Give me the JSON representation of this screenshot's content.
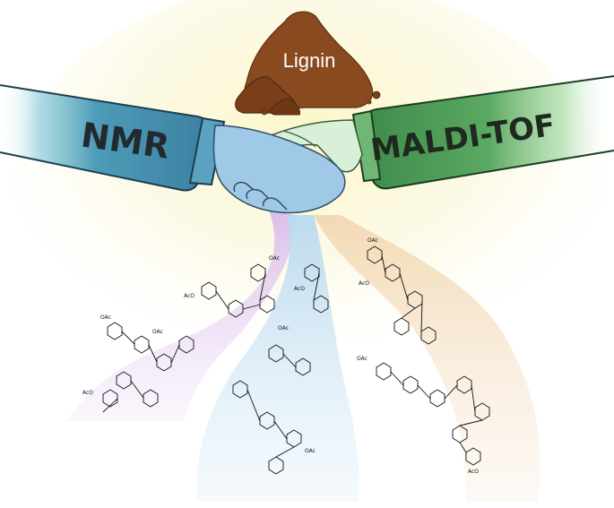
{
  "lignin": {
    "label": "Lignin",
    "color": "#8a4a1f"
  },
  "nmr": {
    "label": "NMR",
    "color": "#3f86a3"
  },
  "maldi": {
    "label": "MALDI-TOF",
    "color": "#4f9a55"
  },
  "streams": {
    "left": "#e4d3f0",
    "middle": "#d3e6f3",
    "right": "#f5e3cc"
  },
  "molecule_labels": [
    "OAc",
    "AcO",
    "OAc",
    "AcO",
    "OAc",
    "AcO",
    "OAc",
    "OAc",
    "AcO",
    "OAc",
    "OAc",
    "AcO"
  ]
}
